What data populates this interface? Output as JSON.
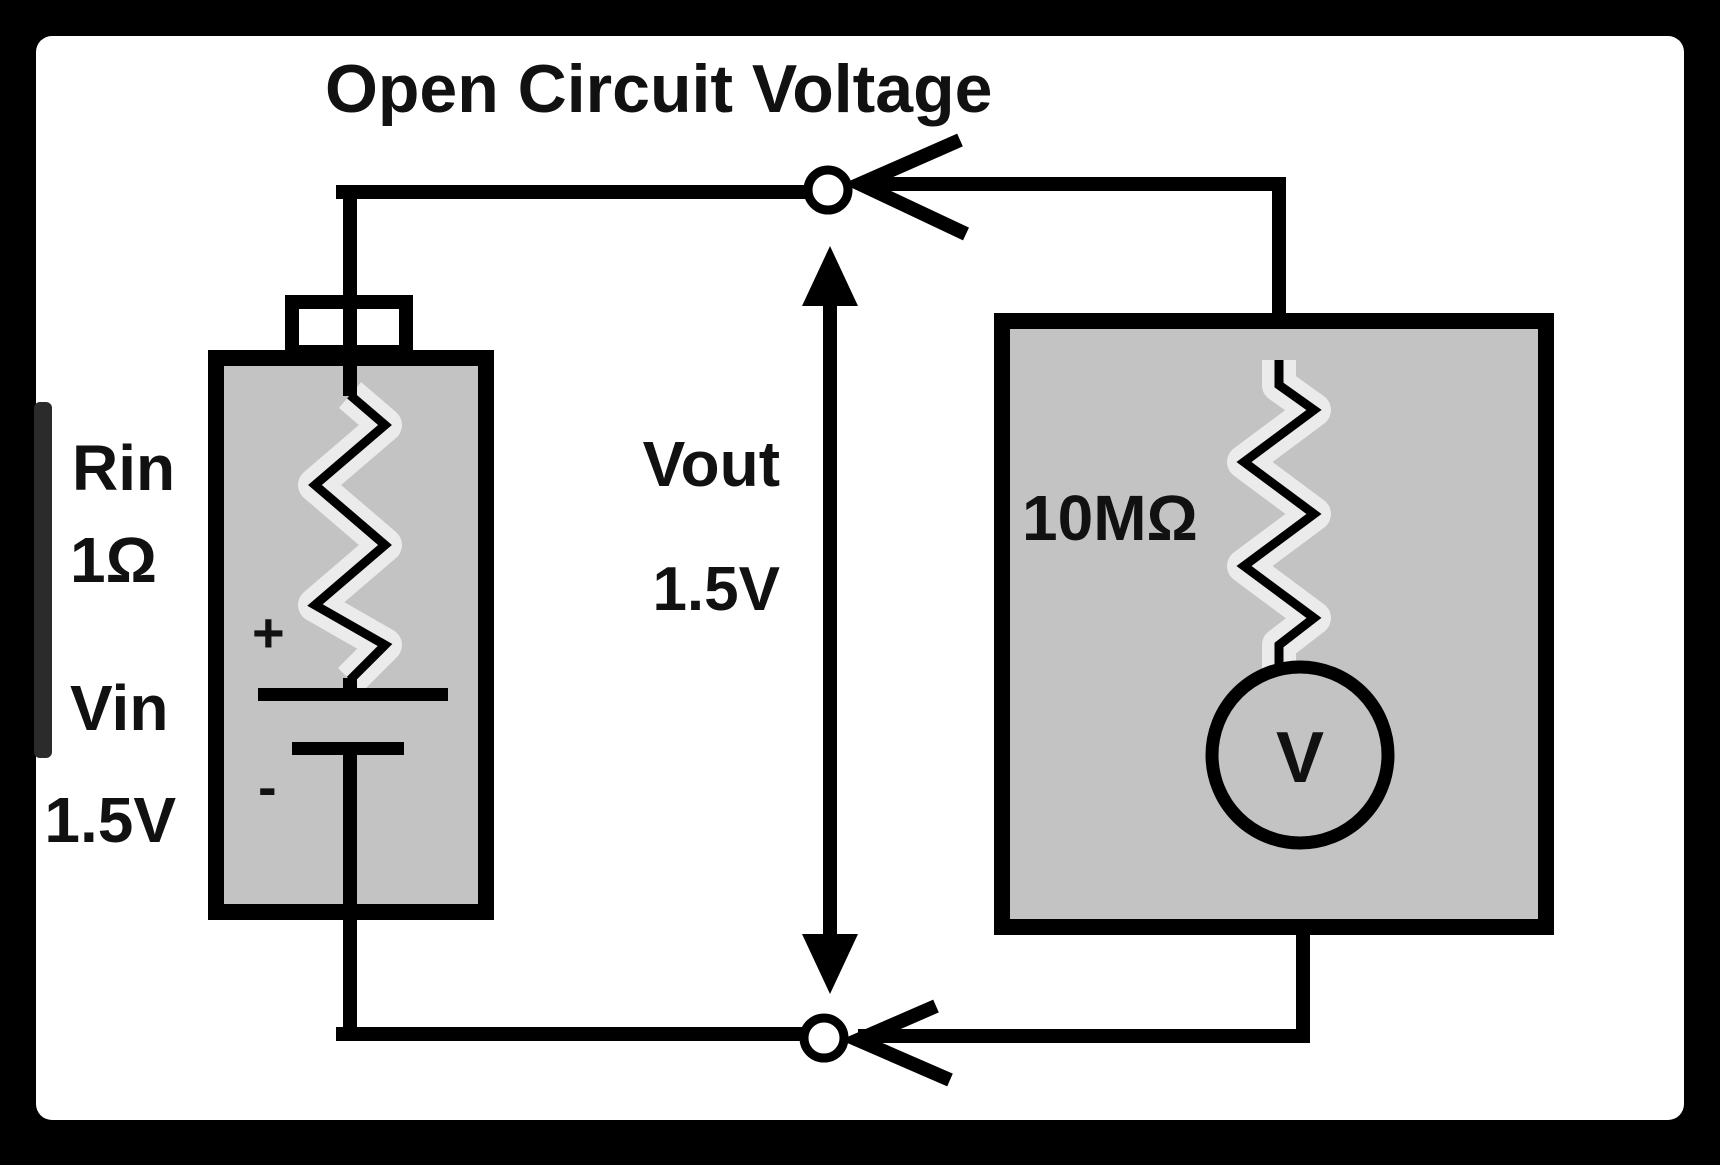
{
  "title": "Open Circuit Voltage",
  "source": {
    "resistor_label": "Rin",
    "resistor_value": "1Ω",
    "voltage_label": "Vin",
    "voltage_value": "1.5V",
    "plus_sign": "+",
    "minus_sign": "-"
  },
  "output": {
    "label": "Vout",
    "value": "1.5V"
  },
  "meter": {
    "resistance": "10MΩ",
    "symbol": "V"
  },
  "colors": {
    "background": "#000000",
    "canvas": "#ffffff",
    "component_fill": "#c3c3c3",
    "wire": "#000000"
  }
}
